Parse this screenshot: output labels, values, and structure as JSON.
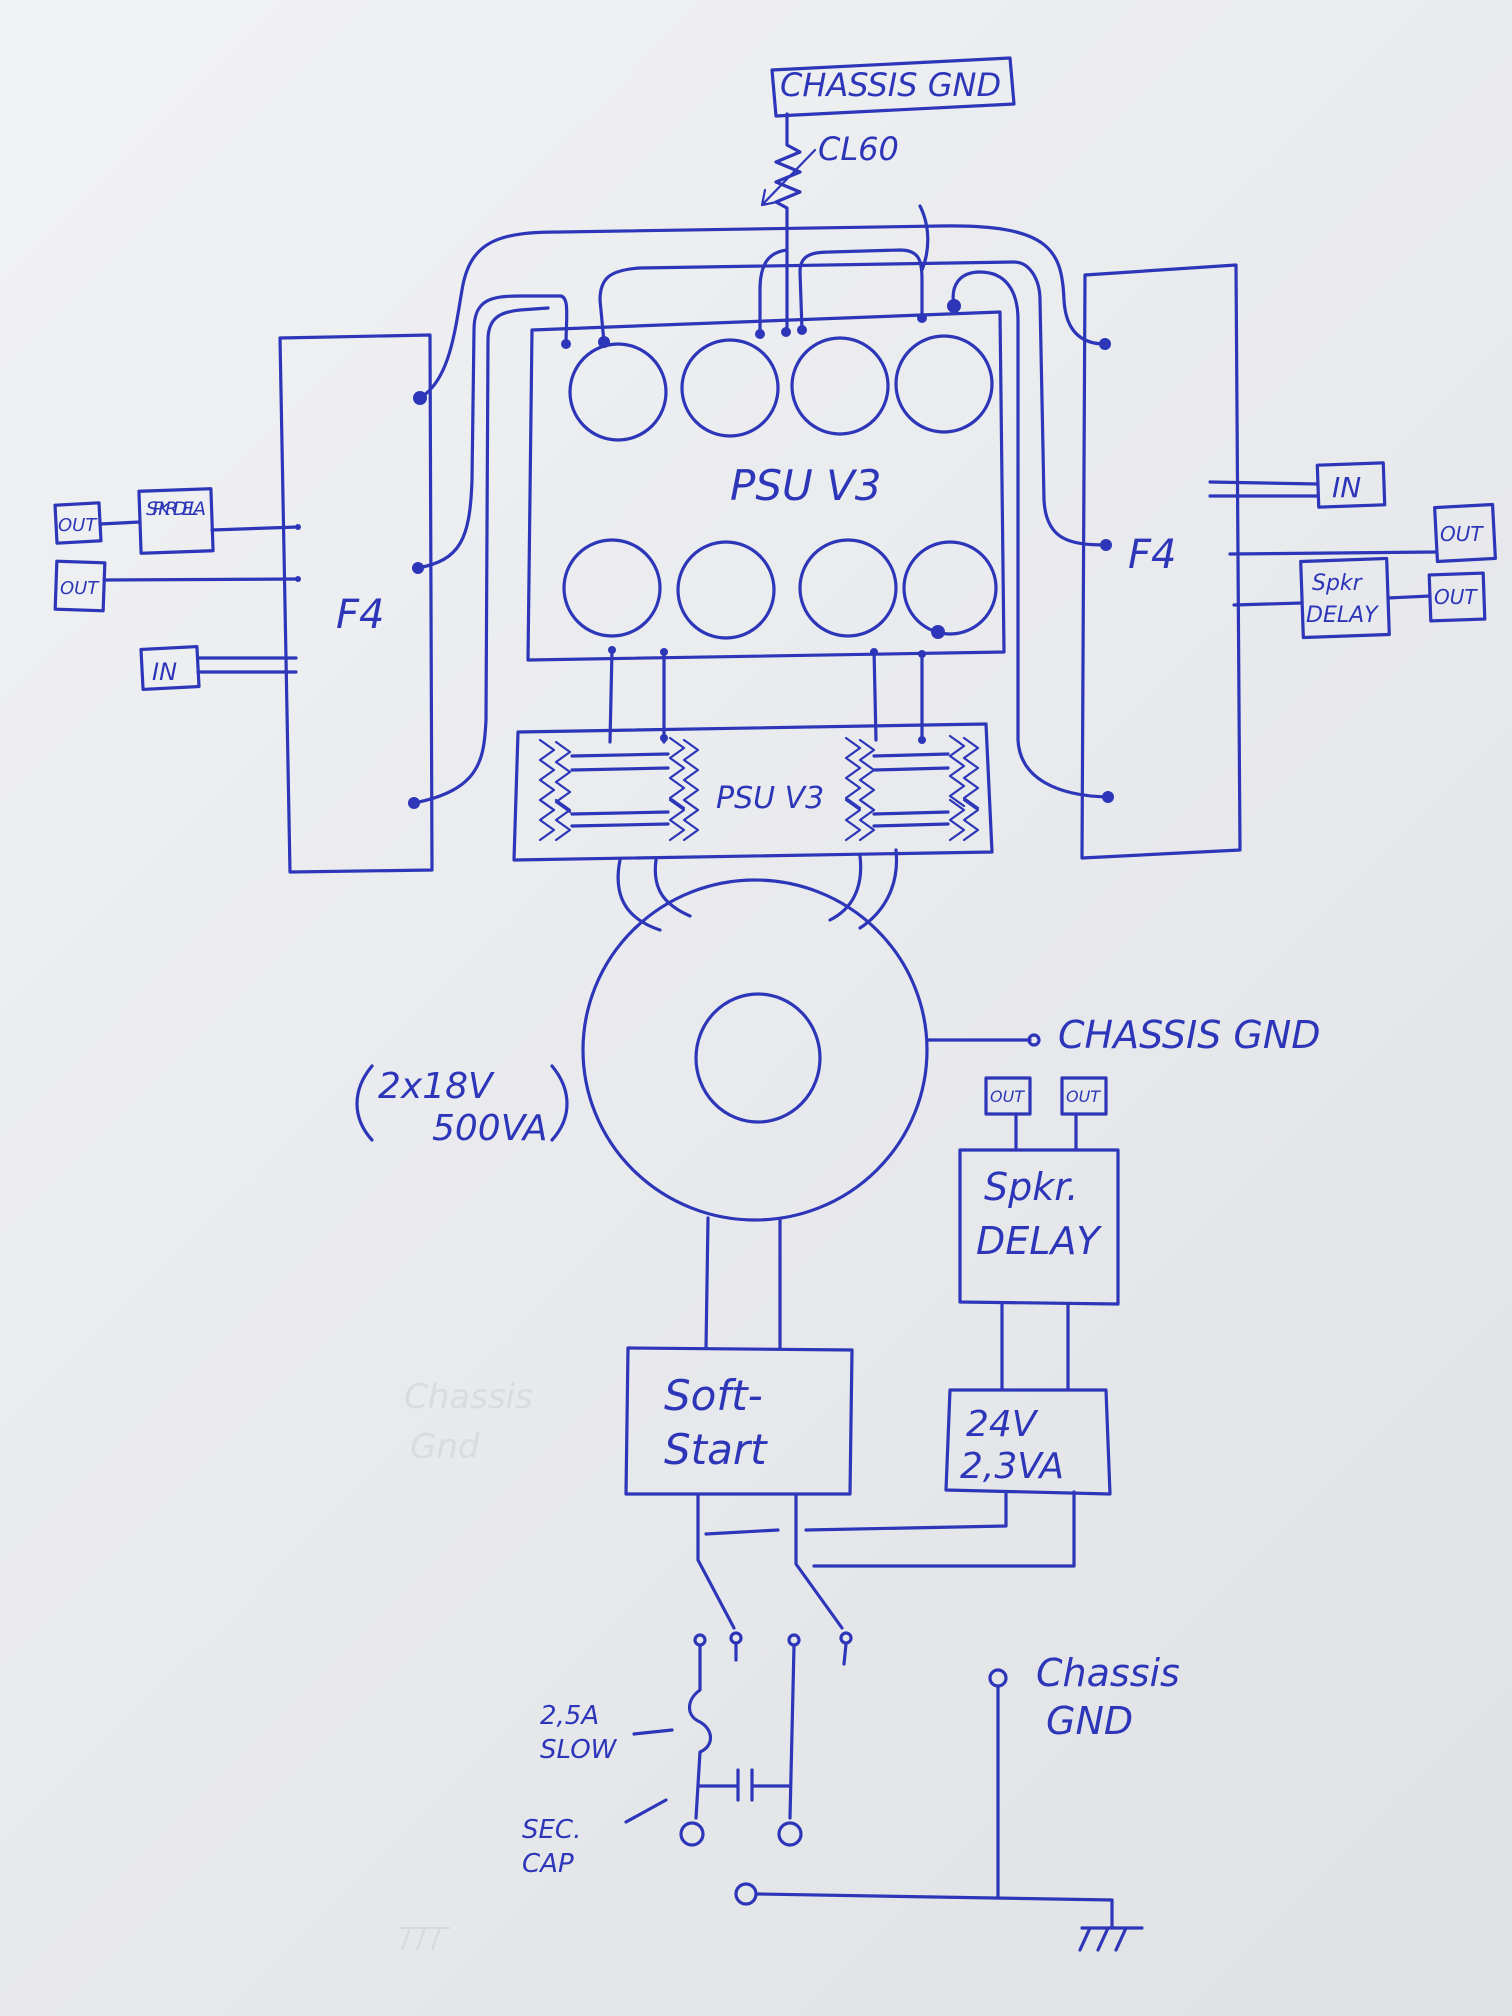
{
  "labels": {
    "chassis_gnd_top": "CHASSIS GND",
    "cl60": "CL60",
    "psu_top": "PSU V3",
    "psu_bottom": "PSU V3",
    "f4_left": "F4",
    "f4_right": "F4",
    "spkr_delay_left": "SPKR DELA",
    "out_left_1": "OUT",
    "out_left_2": "OUT",
    "in_left": "IN",
    "in_right": "IN",
    "out_right_1": "OUT",
    "out_right_2": "OUT",
    "spkr_delay_right_line1": "Spkr",
    "spkr_delay_right_line2": "DELAY",
    "chassis_gnd_mid": "CHASSIS GND",
    "transformer_line1": "2x18V",
    "transformer_line2": "500VA",
    "out_mid_1": "OUT",
    "out_mid_2": "OUT",
    "spkr_delay_mid_line1": "Spkr.",
    "spkr_delay_mid_line2": "DELAY",
    "soft_start_line1": "Soft-",
    "soft_start_line2": "Start",
    "aux_tx_line1": "24V",
    "aux_tx_line2": "2,3VA",
    "fuse_line1": "2,5A",
    "fuse_line2": "SLOW",
    "cap_line1": "SEC.",
    "cap_line2": "CAP",
    "chassis_gnd_bottom_line1": "Chassis",
    "chassis_gnd_bottom_line2": "GND",
    "faint_line1": "Chassis",
    "faint_line2": "Gnd"
  },
  "colors": {
    "ink": "#2d36b8",
    "paper": "#eceef0"
  }
}
